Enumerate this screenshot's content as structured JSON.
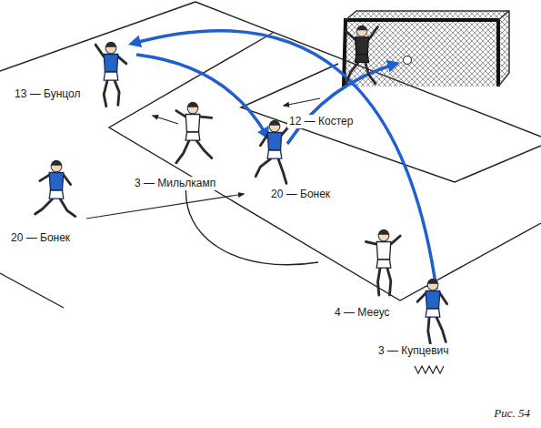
{
  "diagram": {
    "caption": "Рис. 54",
    "labels": [
      "13 — Бунцол",
      "12 — Костер",
      "3 — Мильлкамп",
      "20 — Бонек",
      "20 — Бонек",
      "4 — Мееус",
      "3 — Купцевич"
    ]
  }
}
